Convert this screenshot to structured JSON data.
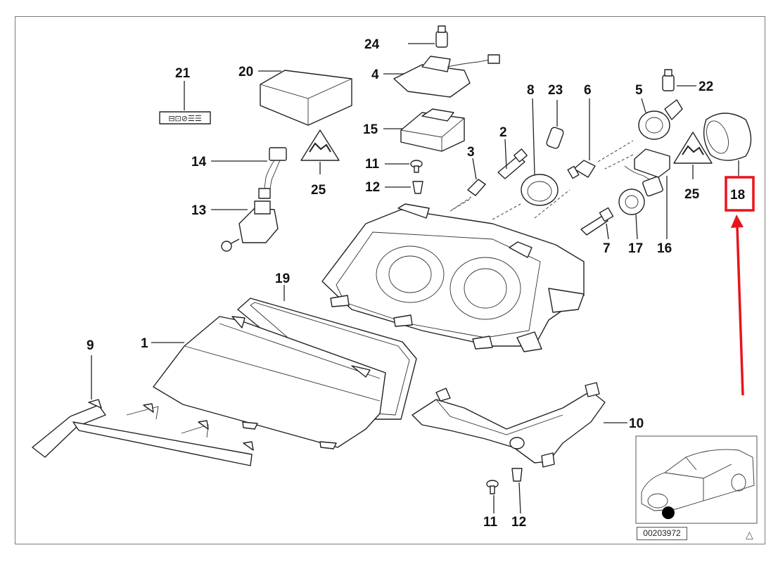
{
  "diagram": {
    "callouts": {
      "p1": "1",
      "p2": "2",
      "p3": "3",
      "p4": "4",
      "p5": "5",
      "p6": "6",
      "p7": "7",
      "p8": "8",
      "p9": "9",
      "p10": "10",
      "p11a": "11",
      "p11b": "11",
      "p12a": "12",
      "p12b": "12",
      "p13": "13",
      "p14": "14",
      "p15": "15",
      "p16": "16",
      "p17": "17",
      "p18": "18",
      "p19": "19",
      "p20": "20",
      "p21": "21",
      "p22": "22",
      "p23": "23",
      "p24": "24",
      "p25a": "25",
      "p25b": "25"
    },
    "highlight_color": "#e8141b",
    "reference_code": "00203972",
    "caution_symbol": "△",
    "icons": [
      "warning-triangle-icon",
      "label-sticker-icon",
      "car-location-thumbnail"
    ]
  }
}
